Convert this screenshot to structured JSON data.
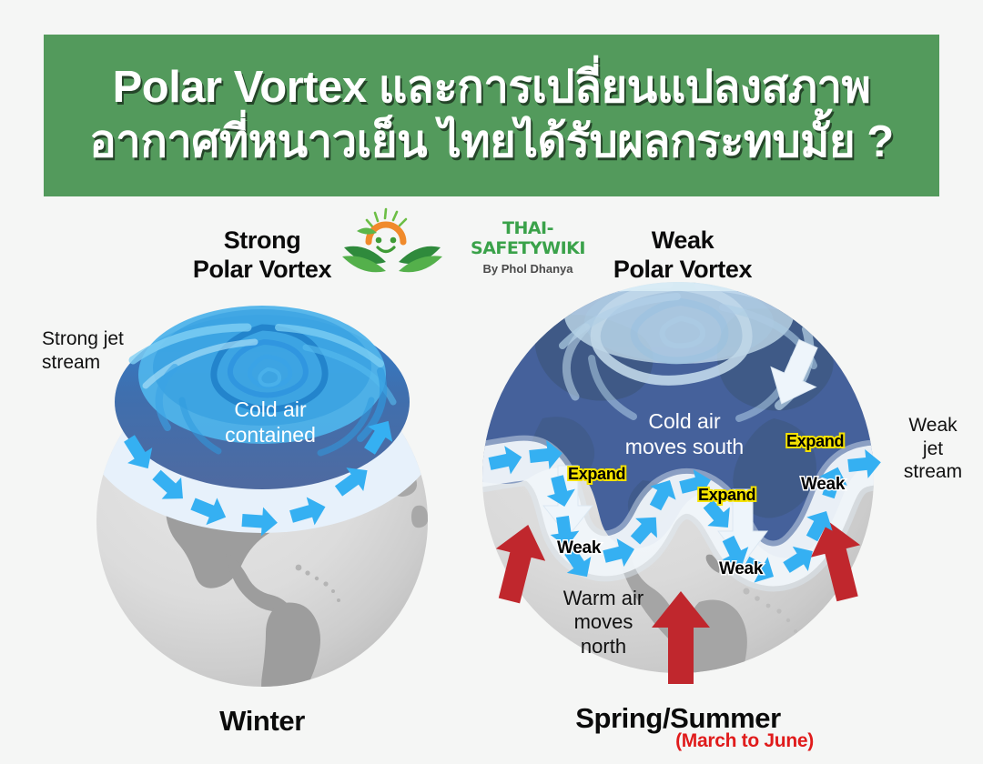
{
  "page": {
    "background_color": "#f5f6f5",
    "banner_color": "#539a5c",
    "accent_red": "#e01b1b",
    "jet_blue": "#3bb0f0",
    "cold_blue": "#45619b",
    "highlight_yellow": "#f5e200"
  },
  "header": {
    "line1": "Polar Vortex และการเปลี่ยนแปลงสภาพ",
    "line2": "อากาศที่หนาวเย็น ไทยได้รับผลกระทบมั้ย ?"
  },
  "logo": {
    "name": "THAI-SAFETYWIKI",
    "byline": "By Phol Dhanya"
  },
  "left_panel": {
    "heading_line1": "Strong",
    "heading_line2": "Polar Vortex",
    "jet_label_line1": "Strong jet",
    "jet_label_line2": "stream",
    "center_label_line1": "Cold air",
    "center_label_line2": "contained",
    "season": "Winter"
  },
  "right_panel": {
    "heading_line1": "Weak",
    "heading_line2": "Polar Vortex",
    "jet_label_line1": "Weak",
    "jet_label_line2": "jet",
    "jet_label_line3": "stream",
    "cold_label_line1": "Cold air",
    "cold_label_line2": "moves south",
    "warm_label_line1": "Warm air",
    "warm_label_line2": "moves",
    "warm_label_line3": "north",
    "season": "Spring/Summer",
    "season_sub": "(March to June)",
    "expand_labels": [
      "Expand",
      "Expand",
      "Expand"
    ],
    "weak_labels": [
      "Weak",
      "Weak",
      "Weak"
    ]
  }
}
